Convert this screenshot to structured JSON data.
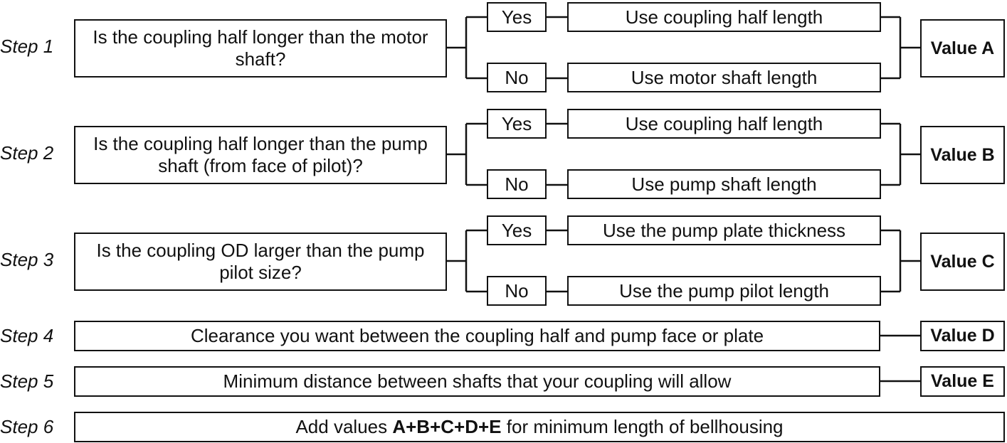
{
  "steps": [
    {
      "label": "Step 1",
      "question": "Is the coupling half longer than the motor shaft?",
      "yes": "Yes",
      "no": "No",
      "yes_result": "Use coupling half length",
      "no_result": "Use motor shaft length",
      "value": "Value A"
    },
    {
      "label": "Step 2",
      "question": "Is the coupling half longer than the pump shaft (from face of pilot)?",
      "yes": "Yes",
      "no": "No",
      "yes_result": "Use coupling half length",
      "no_result": "Use pump shaft length",
      "value": "Value B"
    },
    {
      "label": "Step 3",
      "question": "Is the coupling OD larger than the pump pilot size?",
      "yes": "Yes",
      "no": "No",
      "yes_result": "Use the pump plate thickness",
      "no_result": "Use the pump pilot length",
      "value": "Value C"
    },
    {
      "label": "Step 4",
      "text": "Clearance you want between the coupling half and pump face or plate",
      "value": "Value D"
    },
    {
      "label": "Step 5",
      "text": "Minimum distance between shafts that your coupling will allow",
      "value": "Value E"
    },
    {
      "label": "Step 6",
      "text_before": "Add values ",
      "text_bold": "A+B+C+D+E",
      "text_after": " for minimum length of bellhousing"
    }
  ]
}
